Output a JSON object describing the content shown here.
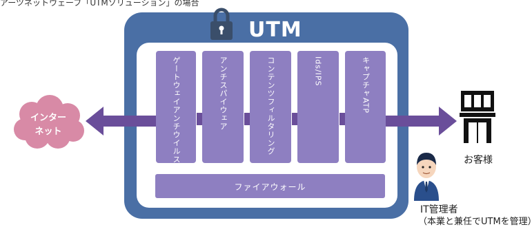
{
  "caption": "アーツネットウェーブ「UTMソリューション」の場合",
  "utm": {
    "title": "UTM",
    "modules": [
      {
        "label": "ゲートウェイアンチウイルス"
      },
      {
        "label": "アンチスパイウェア"
      },
      {
        "label": "コンテンツフィルタリング"
      },
      {
        "label": "Ids/IPS"
      },
      {
        "label": "キャプチャATP"
      }
    ],
    "firewall_label": "ファイアウォール"
  },
  "internet": {
    "line1": "インター",
    "line2": "ネット"
  },
  "customer": {
    "label": "お客様"
  },
  "admin": {
    "label": "IT管理者",
    "sublabel": "（本業と兼任でUTMを管理）"
  },
  "colors": {
    "frame": "#4a6fa5",
    "module": "#8e7fc1",
    "arrow": "#6a4e9a",
    "cloud": "#d88aa6",
    "lock": "#3a4e6a"
  }
}
